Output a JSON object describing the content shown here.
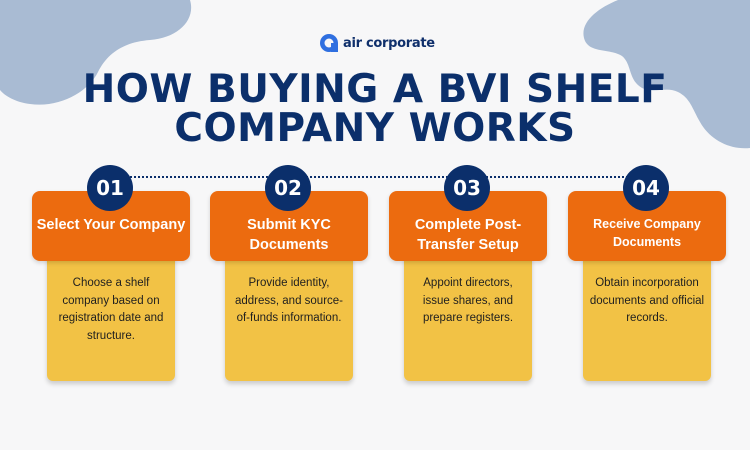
{
  "brand": {
    "name": "air corporate",
    "icon": "brand-logo-icon"
  },
  "title": {
    "line1": "HOW BUYING A BVI SHELF",
    "line2": "COMPANY WORKS"
  },
  "colors": {
    "navy": "#0b2f6b",
    "orange": "#ec6b0f",
    "yellow": "#f2c245",
    "blob": "#a9bbd3"
  },
  "steps": [
    {
      "number": "01",
      "title": "Select Your Company",
      "description": "Choose a shelf company based on registration date and structure."
    },
    {
      "number": "02",
      "title": "Submit KYC Documents",
      "description": "Provide identity, address, and source-of-funds information."
    },
    {
      "number": "03",
      "title": "Complete Post-Transfer Setup",
      "description": "Appoint directors, issue shares, and prepare registers."
    },
    {
      "number": "04",
      "title": "Receive Company Documents",
      "description": "Obtain incorporation documents and official records."
    }
  ]
}
